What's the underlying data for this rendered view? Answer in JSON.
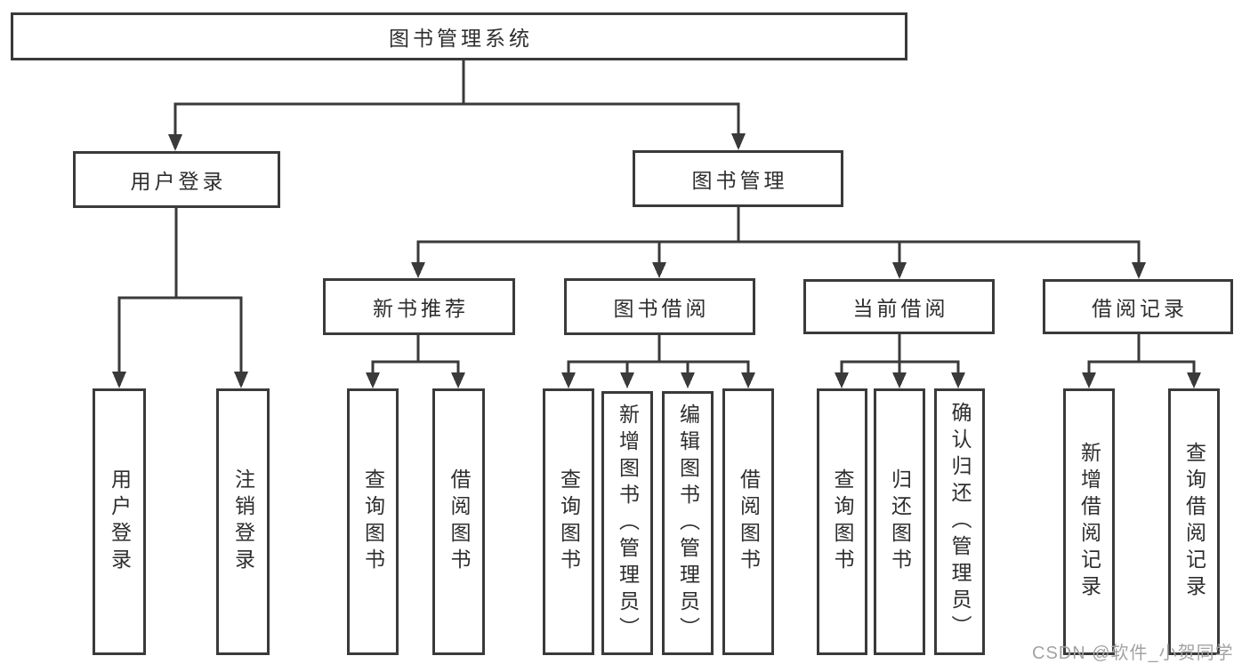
{
  "root": {
    "label": "图书管理系统"
  },
  "level2": {
    "user_login": {
      "label": "用户登录"
    },
    "book_mgmt": {
      "label": "图书管理"
    }
  },
  "level3": {
    "new_books": {
      "label": "新书推荐"
    },
    "book_borrow": {
      "label": "图书借阅"
    },
    "current_borrow": {
      "label": "当前借阅"
    },
    "borrow_records": {
      "label": "借阅记录"
    }
  },
  "leaves": {
    "user_login": {
      "label": "用户登录"
    },
    "logout": {
      "label": "注销登录"
    },
    "nb_query": {
      "label": "查询图书"
    },
    "nb_borrow": {
      "label": "借阅图书"
    },
    "bb_query": {
      "label": "查询图书"
    },
    "bb_add": {
      "label": "新增图书（管理员）"
    },
    "bb_edit": {
      "label": "编辑图书（管理员）"
    },
    "bb_borrow": {
      "label": "借阅图书"
    },
    "cb_query": {
      "label": "查询图书"
    },
    "cb_return": {
      "label": "归还图书"
    },
    "cb_confirm": {
      "label": "确认归还（管理员）"
    },
    "br_add": {
      "label": "新增借阅记录"
    },
    "br_query": {
      "label": "查询借阅记录"
    }
  },
  "watermark": {
    "text": "CSDN @软件_小贺同学"
  },
  "colors": {
    "line": "#3a3a3a",
    "text": "#2e2e2e",
    "watermark": "#a3a3a3",
    "background": "#ffffff"
  }
}
